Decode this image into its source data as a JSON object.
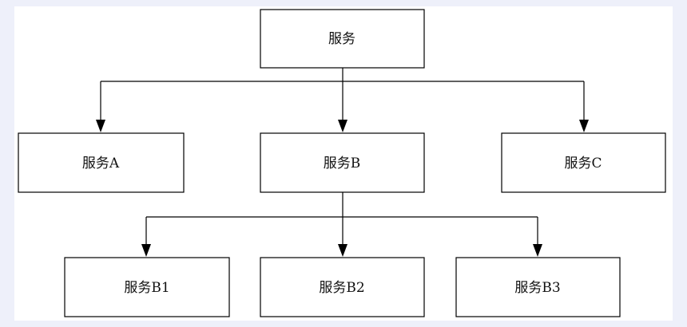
{
  "diagram": {
    "nodes": {
      "root": "服务",
      "a": "服务A",
      "b": "服务B",
      "c": "服务C",
      "b1": "服务B1",
      "b2": "服务B2",
      "b3": "服务B3"
    },
    "edges": [
      {
        "from": "root",
        "to": "a"
      },
      {
        "from": "root",
        "to": "b"
      },
      {
        "from": "root",
        "to": "c"
      },
      {
        "from": "b",
        "to": "b1"
      },
      {
        "from": "b",
        "to": "b2"
      },
      {
        "from": "b",
        "to": "b3"
      }
    ]
  }
}
